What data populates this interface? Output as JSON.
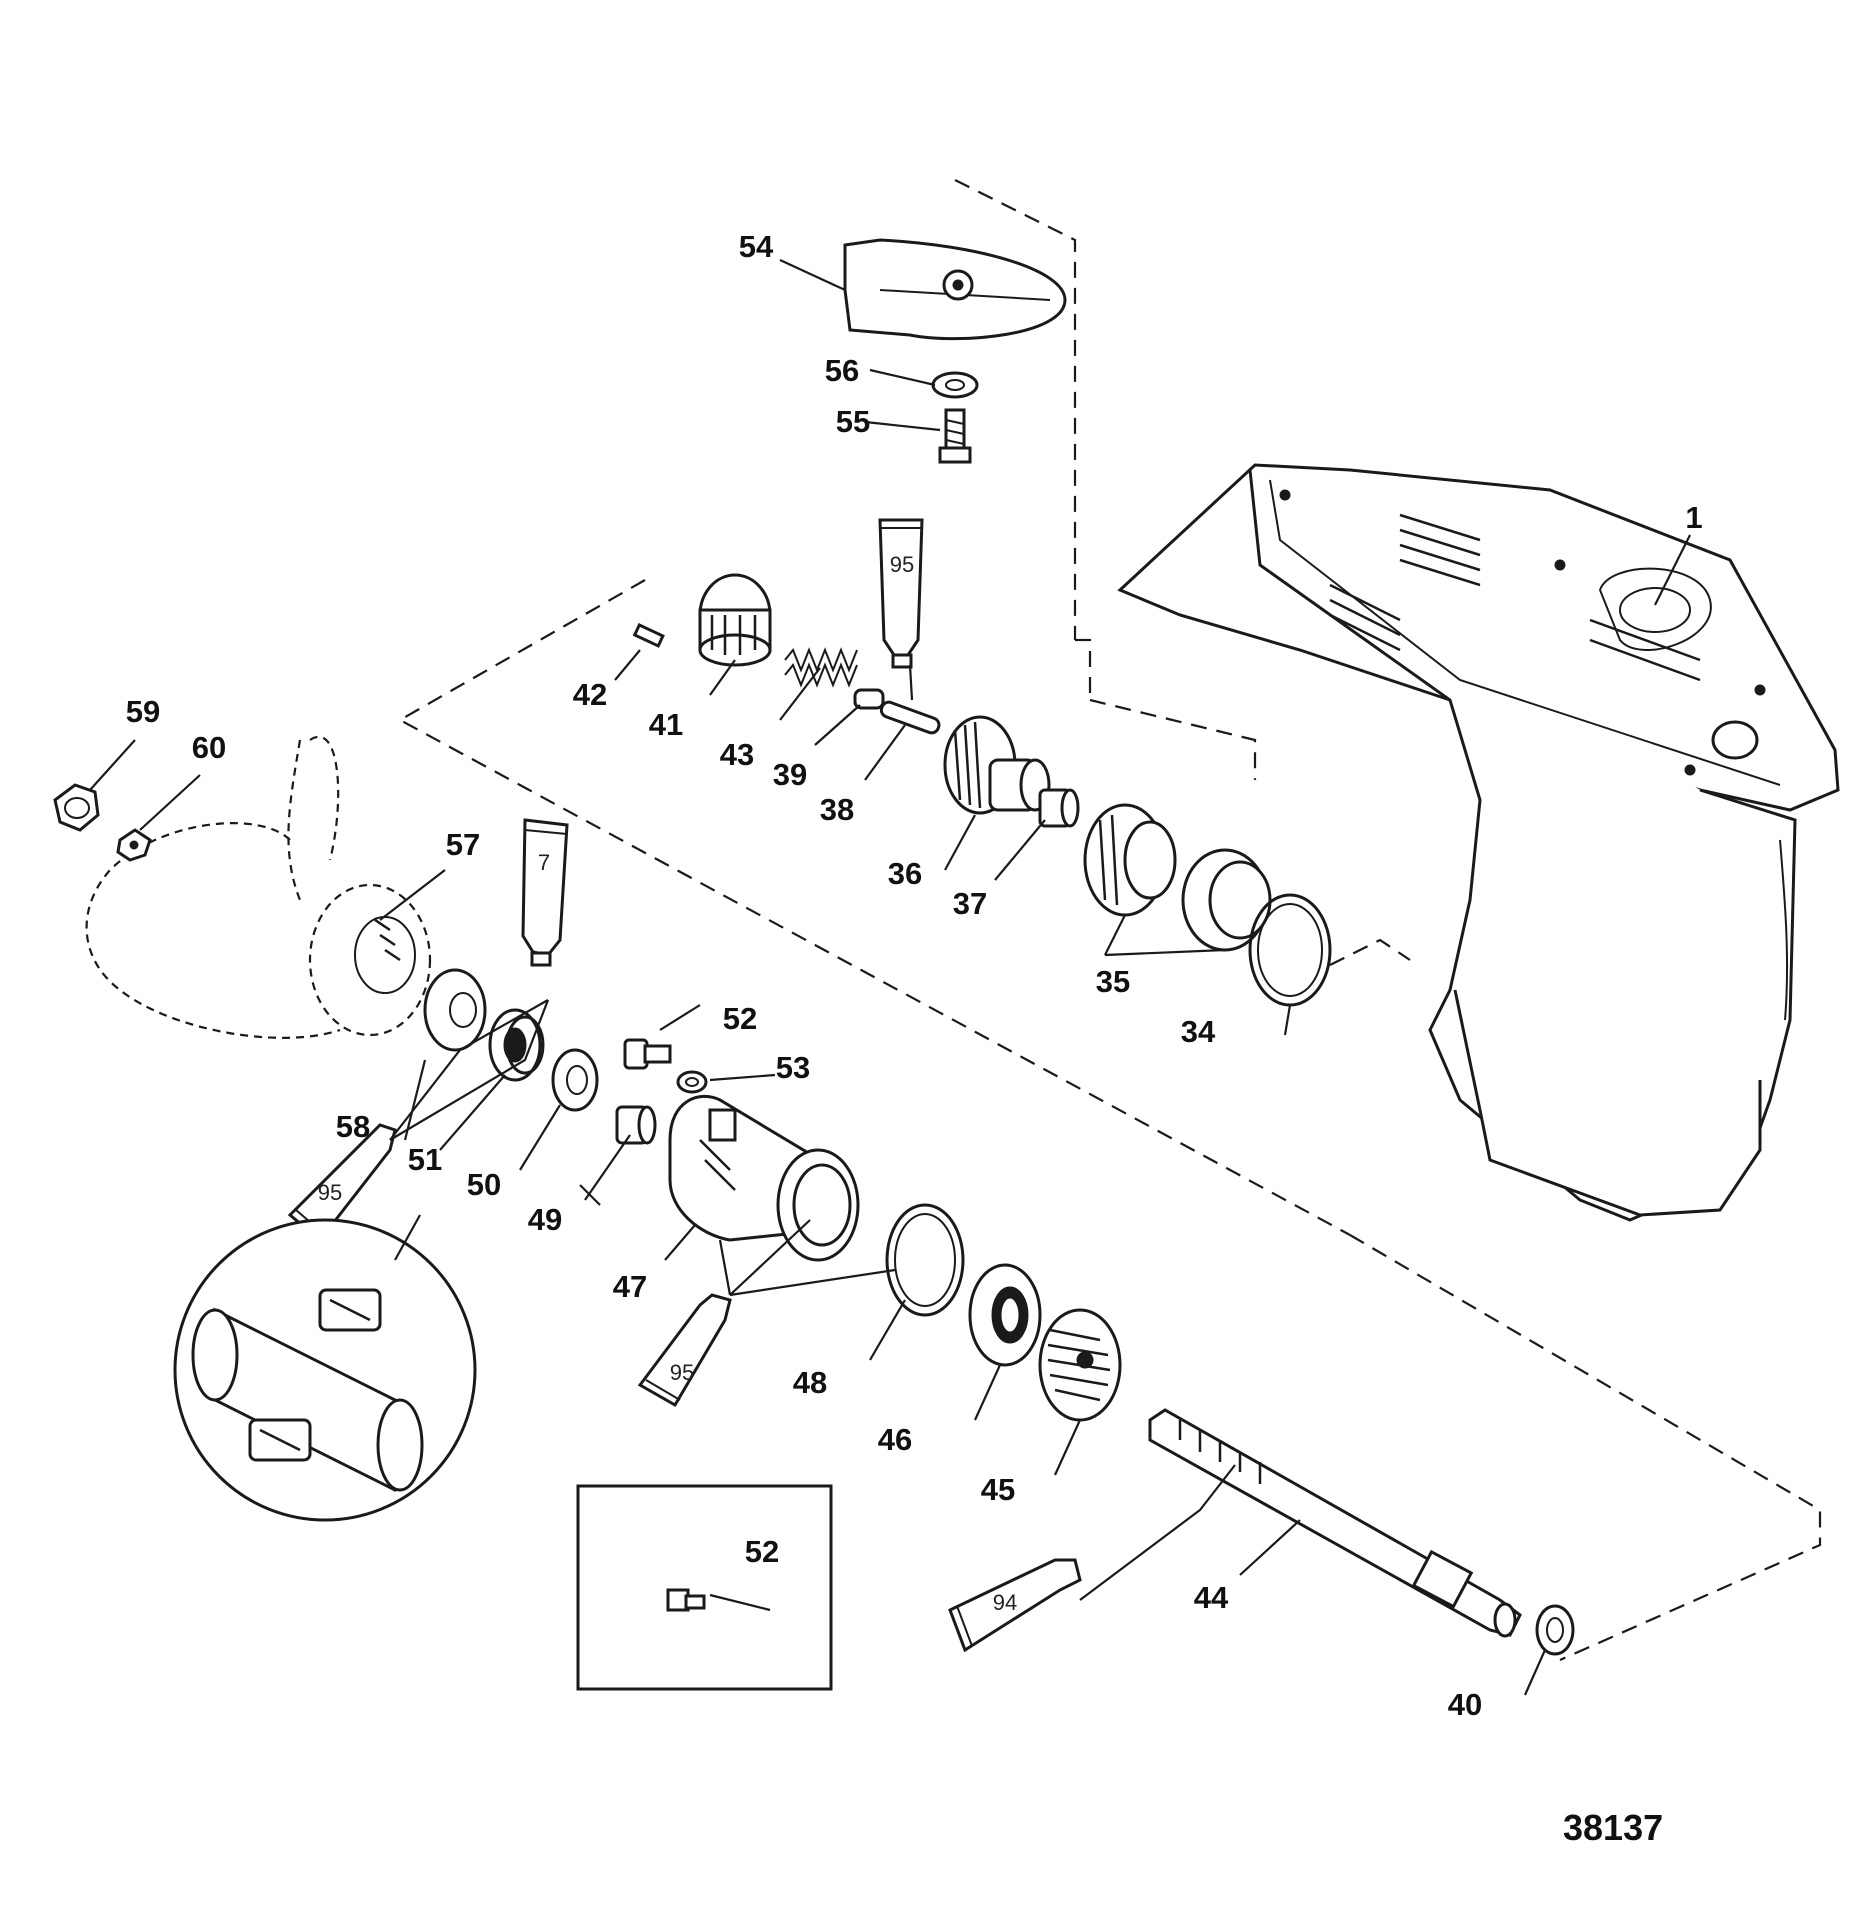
{
  "figure_number": "38137",
  "callouts": {
    "c1": "1",
    "c34": "34",
    "c35": "35",
    "c36": "36",
    "c37": "37",
    "c38": "38",
    "c39": "39",
    "c40": "40",
    "c41": "41",
    "c42": "42",
    "c43": "43",
    "c44": "44",
    "c45": "45",
    "c46": "46",
    "c47": "47",
    "c48": "48",
    "c49": "49",
    "c50": "50",
    "c51": "51",
    "c52a": "52",
    "c52b": "52",
    "c53": "53",
    "c54": "54",
    "c55": "55",
    "c56": "56",
    "c57": "57",
    "c58": "58",
    "c59": "59",
    "c60": "60"
  },
  "sealant_tubes": {
    "t95_top": "95",
    "t7": "7",
    "t95_left": "95",
    "t95_mid": "95",
    "t94": "94"
  }
}
